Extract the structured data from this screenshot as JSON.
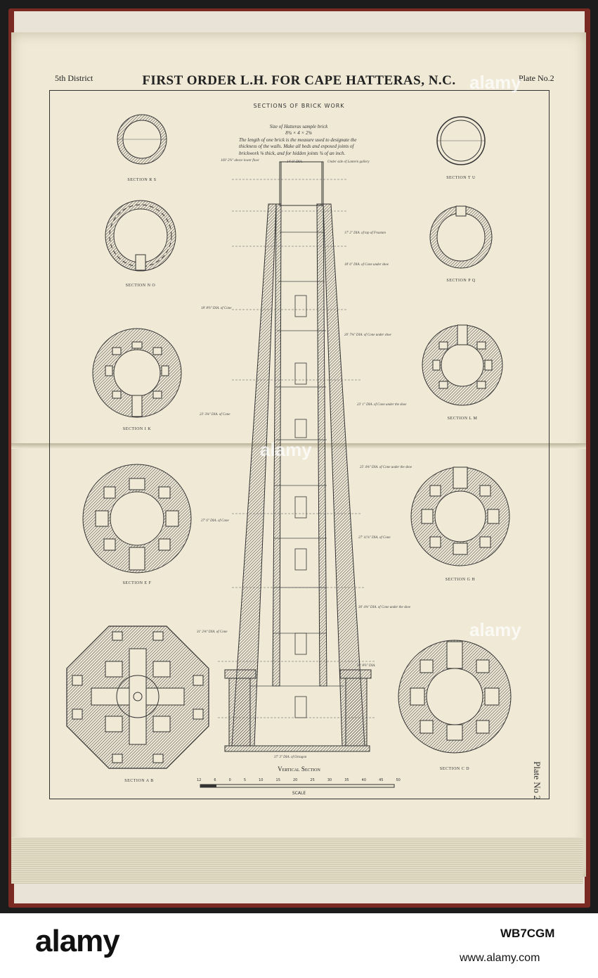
{
  "header": {
    "district": "5th District",
    "title": "FIRST ORDER L.H. FOR CAPE HATTERAS, N.C.",
    "plate": "Plate No.2"
  },
  "subtitle": "SECTIONS OF BRICK WORK",
  "note": {
    "line1": "Size of Hatteras sample brick",
    "line2": "8¾ × 4 × 2⅝",
    "body": "The length of one brick is the measure used to designate the thickness of the walls. Make all beds and exposed joints of brickwork ⅛ thick, and for hidden joints ¾ of an inch."
  },
  "sections": {
    "rs": "SECTION R S",
    "tu": "SECTION T U",
    "no": "SECTION N O",
    "pq": "SECTION P Q",
    "ik": "SECTION I K",
    "lm": "SECTION L M",
    "ef": "SECTION E F",
    "gh": "SECTION G H",
    "ab": "SECTION A B",
    "cd": "SECTION C D"
  },
  "annotations": {
    "a1": "169' 2¾\" above lower floor",
    "a2": "14' 6\" DIA.",
    "a3": "Under side of Lantern gallery",
    "a4": "17' 2\" DIA. of top of Frustum",
    "a5": "18' 6\" DIA. of Cone under shoe",
    "a6": "18' 8¾\" DIA. of Cone",
    "a7": "20' 7⅝\" DIA. of Cone under shoe",
    "a8": "23' 3⅝\" DIA. of Cone",
    "a9": "23' 1\" DIA. of Cone under the shoe",
    "a10": "25' 4⅜\" DIA. of Cone under the shoe",
    "a11": "27' 6\" DIA. of Cone",
    "a12": "27' 11⅞\" DIA. of Cone",
    "a13": "30' 4⅜\" DIA. of Cone under the shoe",
    "a14": "31' 2⅜\" DIA. of Cone",
    "a15": "33' 8¾\" DIA.",
    "a16": "37' 3\" DIA. of Octagon"
  },
  "vertical_section_label": "Vertical Section",
  "scale": {
    "label": "SCALE",
    "ticks": [
      "12",
      "6",
      "0",
      "5",
      "10",
      "15",
      "20",
      "25",
      "30",
      "35",
      "40",
      "45",
      "50"
    ]
  },
  "side_plate": "Plate No 2",
  "watermarks": {
    "text": "alamy",
    "image_id": "WB7CGM",
    "url": "www.alamy.com"
  },
  "colors": {
    "paper": "#efe9d6",
    "ink": "#333333",
    "binding": "#7a2a22"
  }
}
